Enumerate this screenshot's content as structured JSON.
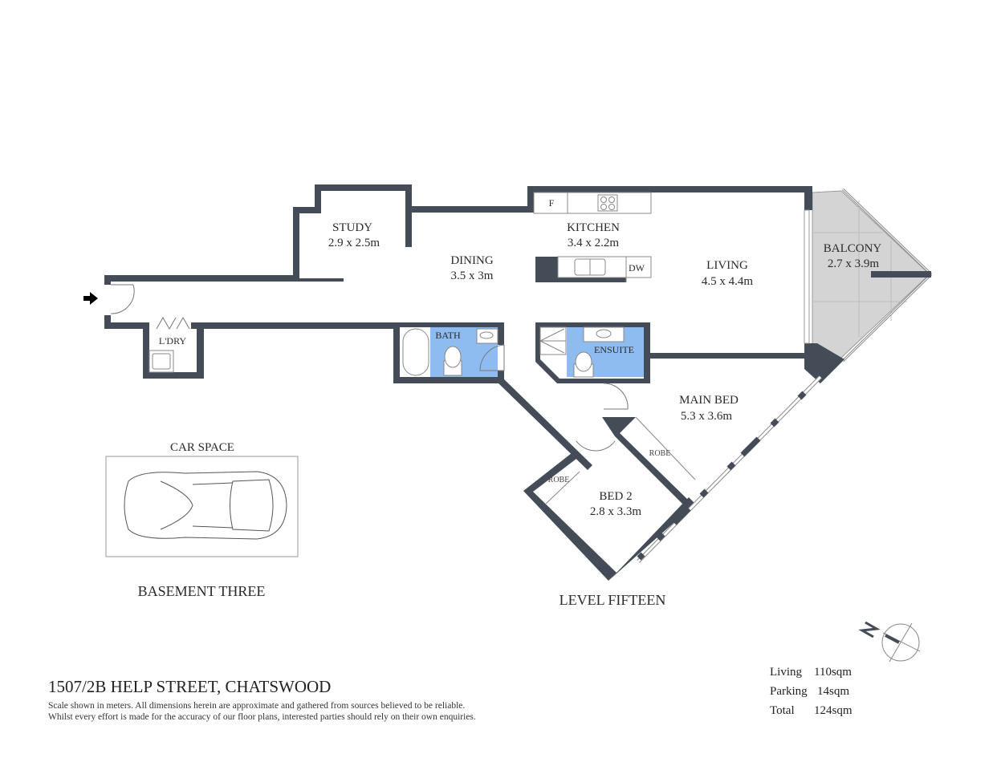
{
  "address": "1507/2B HELP STREET, CHATSWOOD",
  "disclaimer": [
    "Scale shown in meters. All dimensions herein are approximate and gathered from sources believed to be  reliable.",
    "Whilst every effort is made for the accuracy of our floor plans, interested parties should rely on their own enquiries."
  ],
  "levels": {
    "main": "LEVEL FIFTEEN",
    "basement": "BASEMENT  THREE"
  },
  "car_space": "CAR SPACE",
  "rooms": {
    "study": {
      "name": "STUDY",
      "size": "2.9 x 2.5m"
    },
    "dining": {
      "name": "DINING",
      "size": "3.5 x 3m"
    },
    "kitchen": {
      "name": "KITCHEN",
      "size": "3.4 x 2.2m"
    },
    "living": {
      "name": "LIVING",
      "size": "4.5 x 4.4m"
    },
    "balcony": {
      "name": "BALCONY",
      "size": "2.7 x 3.9m"
    },
    "main_bed": {
      "name": "MAIN BED",
      "size": "5.3 x 3.6m"
    },
    "bed2": {
      "name": "BED 2",
      "size": "2.8 x 3.3m"
    },
    "bath": {
      "name": "BATH"
    },
    "ensuite": {
      "name": "ENSUITE"
    },
    "laundry": {
      "name": "L'DRY"
    },
    "robe": "ROBE"
  },
  "fixtures": {
    "fridge": "F",
    "dishwasher": "DW"
  },
  "areas": [
    {
      "label": "Living",
      "value": "110sqm"
    },
    {
      "label": "Parking",
      "value": "14sqm"
    },
    {
      "label": "Total",
      "value": "124sqm"
    }
  ],
  "compass": "N",
  "colors": {
    "wall": "#434c57",
    "wet_area": "#8fbcf0",
    "balcony": "#d4d4d4"
  }
}
